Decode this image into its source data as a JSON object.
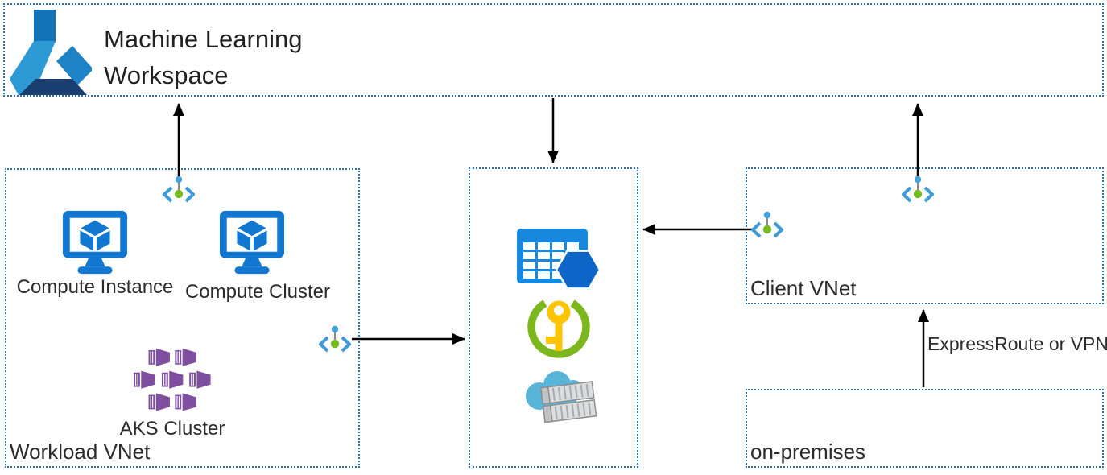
{
  "ml_workspace": {
    "title_line1": "Machine Learning",
    "title_line2": "Workspace",
    "icon": "machine-learning-workspace-icon"
  },
  "workload_vnet": {
    "label": "Workload VNet",
    "items": [
      {
        "label": "Compute Instance",
        "icon": "compute-instance-icon"
      },
      {
        "label": "Compute Cluster",
        "icon": "compute-cluster-icon"
      },
      {
        "label": "AKS Cluster",
        "icon": "aks-cluster-icon"
      }
    ]
  },
  "shared_services": {
    "icons": [
      "table-storage-icon",
      "key-vault-icon",
      "container-registry-icon"
    ]
  },
  "client_vnet": {
    "label": "Client VNet"
  },
  "on_premises": {
    "label": "on-premises"
  },
  "connections": {
    "expressroute_label": "ExpressRoute or VPN",
    "private_endpoint_icon": "private-endpoint-icon"
  },
  "colors": {
    "box_border_blue": "#2E74B5",
    "arrow_black": "#000000",
    "azure_blue": "#1177D0",
    "table_blue": "#1887DE",
    "hexagon_blue": "#0E65C8",
    "aks_purple": "#7E4F9E",
    "keyvault_green": "#7CB71E",
    "key_yellow": "#FDC500",
    "registry_cloud_blue": "#59B4D9",
    "container_gray": "#D9DADB",
    "endpoint_green": "#76BC21",
    "endpoint_bracket_blue": "#3D9BD8",
    "endpoint_dot_blue": "#45A1DC",
    "ml_icon_dark_navy": "#1B3E70",
    "ml_icon_light_blue": "#2D99D5",
    "ml_icon_mid_blue": "#1273B8"
  }
}
